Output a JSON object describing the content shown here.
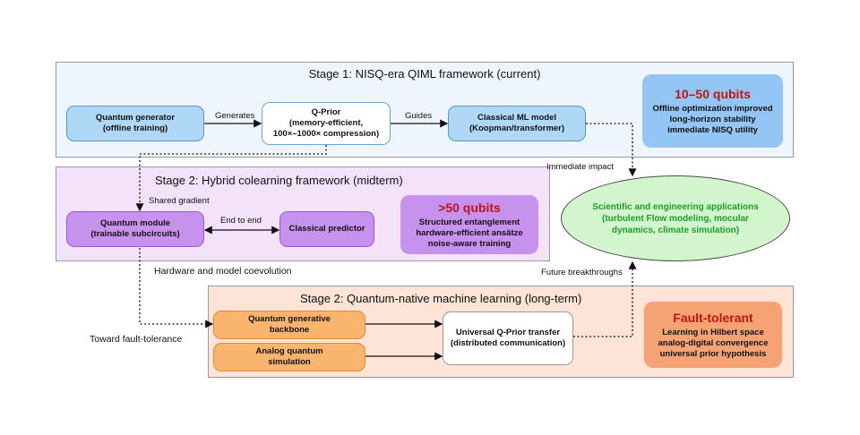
{
  "stage1": {
    "title": "Stage 1: NISQ-era QIML framework (current)",
    "generator": [
      "Quantum generator",
      "(offline training)"
    ],
    "qprior": [
      "Q-Prior",
      "(memory-efficient,",
      "100×–1000× compression)"
    ],
    "classical": [
      "Classical ML model",
      "(Koopman/transformer)"
    ],
    "label_generates": "Generates",
    "label_guides": "Guides",
    "callout": {
      "headline": "10–50 qubits",
      "lines": [
        "Offline optimization improved",
        "long-horizon stability",
        "immediate NISQ utility"
      ]
    }
  },
  "stage2": {
    "title": "Stage 2: Hybrid colearning framework (midterm)",
    "module": [
      "Quantum module",
      "(trainable subcircuits)"
    ],
    "predictor": "Classical predictor",
    "label_shared": "Shared gradient",
    "label_end": "End to end",
    "callout": {
      "headline": ">50 qubits",
      "lines": [
        "Structured entanglement",
        "hardware-efficient ansätze",
        "noise-aware training"
      ]
    }
  },
  "stage3": {
    "title": "Stage 2: Quantum-native machine learning (long-term)",
    "backbone": [
      "Quantum generative",
      "backbone"
    ],
    "analog": [
      "Analog quantum",
      "simulation"
    ],
    "transfer": [
      "Universal Q-Prior transfer",
      "(distributed communication)"
    ],
    "callout": {
      "headline": "Fault-tolerant",
      "lines": [
        "Learning in Hilbert space",
        "analog-digital convergence",
        "universal prior hypothesis"
      ]
    }
  },
  "applications": [
    "Scientific and engineering applications",
    "(turbulent Flow modeling, mocular",
    "dynamics, climate simulation)"
  ],
  "labels": {
    "immediate": "Immediate impact",
    "coevolution": "Hardware and model coevolution",
    "future": "Future breakthroughs",
    "toward": "Toward fault-tolerance"
  },
  "colors": {
    "blue_fill": "#aed8f5",
    "purple_fill": "#c791ee",
    "orange_fill": "#f9b56e",
    "headline_red": "#c01414",
    "application_green": "#1e9e26"
  }
}
